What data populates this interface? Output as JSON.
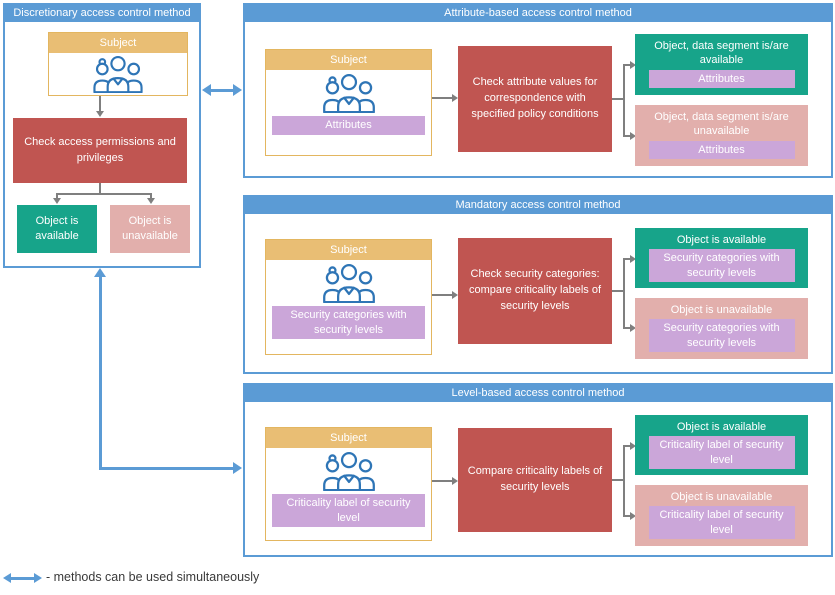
{
  "colors": {
    "panel_blue": "#5B9BD5",
    "subject_tan": "#E9BE74",
    "tag_purple": "#CBA6D9",
    "action_red": "#C05551",
    "available_green": "#17A48A",
    "unavailable_pink": "#E2AFAC",
    "connector_gray": "#7F7F7F",
    "people_icon_blue": "#2E75B6"
  },
  "panels": {
    "discretionary": {
      "title": "Discretionary access control method",
      "subject_label": "Subject",
      "check_label": "Check access permissions and privileges",
      "available_label": "Object is available",
      "unavailable_label": "Object is unavailable"
    },
    "attribute": {
      "title": "Attribute-based access control method",
      "subject_label": "Subject",
      "subject_tag": "Attributes",
      "check_label": "Check attribute values for correspondence with specified policy conditions",
      "available_label": "Object, data segment is/are available",
      "available_tag": "Attributes",
      "unavailable_label": "Object, data segment is/are unavailable",
      "unavailable_tag": "Attributes"
    },
    "mandatory": {
      "title": "Mandatory access control method",
      "subject_label": "Subject",
      "subject_tag": "Security categories with security levels",
      "check_label": "Check security categories: compare criticality labels of security levels",
      "available_label": "Object is available",
      "available_tag": "Security categories with security levels",
      "unavailable_label": "Object is unavailable",
      "unavailable_tag": "Security categories with security levels"
    },
    "level": {
      "title": "Level-based access control method",
      "subject_label": "Subject",
      "subject_tag": "Criticality label of security level",
      "check_label": "Compare criticality labels of security levels",
      "available_label": "Object is available",
      "available_tag": "Criticality label of security level",
      "unavailable_label": "Object is unavailable",
      "unavailable_tag": "Criticality label of security level"
    }
  },
  "legend": {
    "arrow_icon": "double-headed-arrow",
    "label": "- methods can be used simultaneously"
  }
}
